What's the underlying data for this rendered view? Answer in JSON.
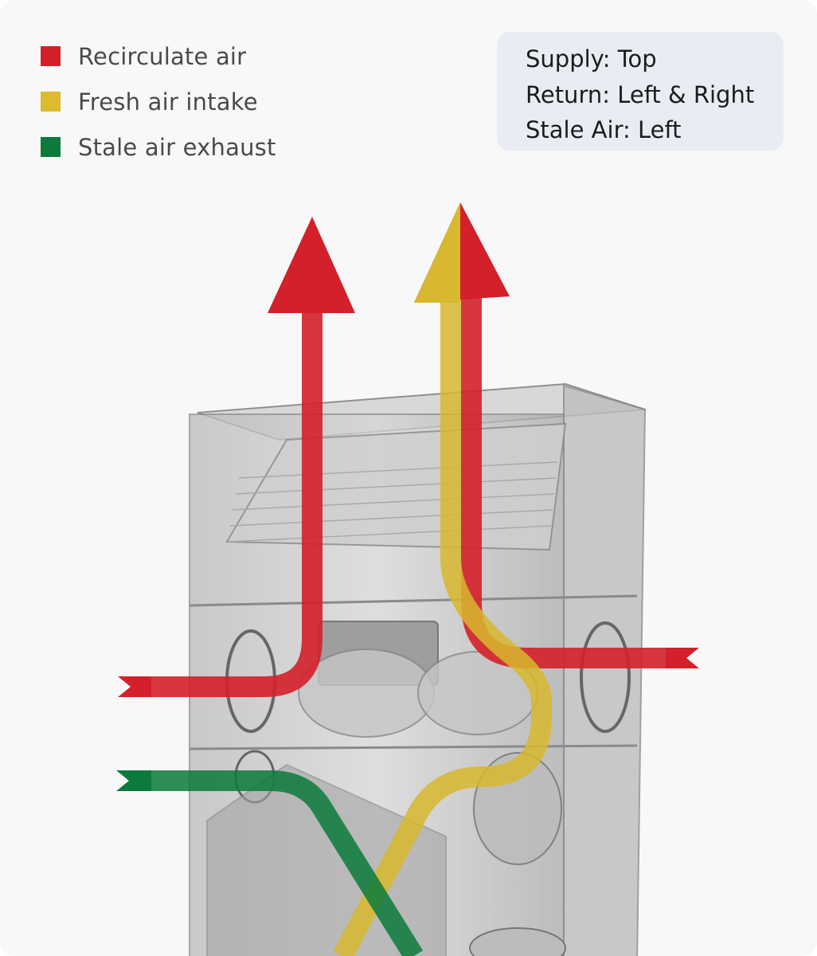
{
  "legend": {
    "items": [
      {
        "label": "Recirculate air",
        "color": "#d3202a"
      },
      {
        "label": "Fresh air intake",
        "color": "#dcbb2e"
      },
      {
        "label": "Stale air exhaust",
        "color": "#0b7a3b"
      }
    ]
  },
  "info": {
    "lines": [
      "Supply: Top",
      "Return: Left & Right",
      "Stale Air: Left"
    ]
  },
  "colors": {
    "recirculate": "#d3202a",
    "fresh": "#d7b82e",
    "stale": "#0b7a3b",
    "cabinet": "#9c9c9c"
  }
}
